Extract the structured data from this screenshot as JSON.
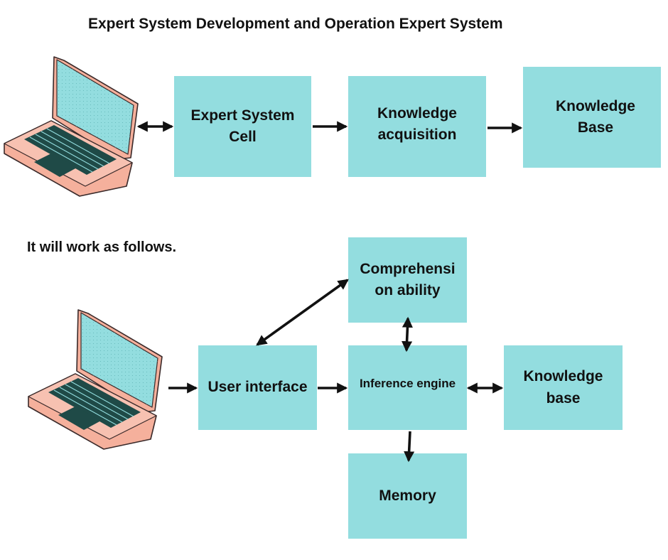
{
  "title": "Expert System Development and Operation Expert System",
  "subtitle": "It will work as follows.",
  "colors": {
    "box_fill": "#93dddf",
    "arrow": "#111111",
    "laptop_body": "#f5b09c",
    "laptop_screen": "#93dddf",
    "laptop_outline": "#3a2a2a",
    "laptop_keys": "#1f4a47"
  },
  "top_row": {
    "expert_system_cell": "Expert System Cell",
    "knowledge_acquisition": "Knowledge acquisition",
    "knowledge_base": "Knowledge Base"
  },
  "bottom": {
    "user_interface": "User interface",
    "comprehension_ability": "Comprehensi on ability",
    "inference_engine": "Inference engine",
    "knowledge_base": "Knowledge base",
    "memory": "Memory"
  }
}
